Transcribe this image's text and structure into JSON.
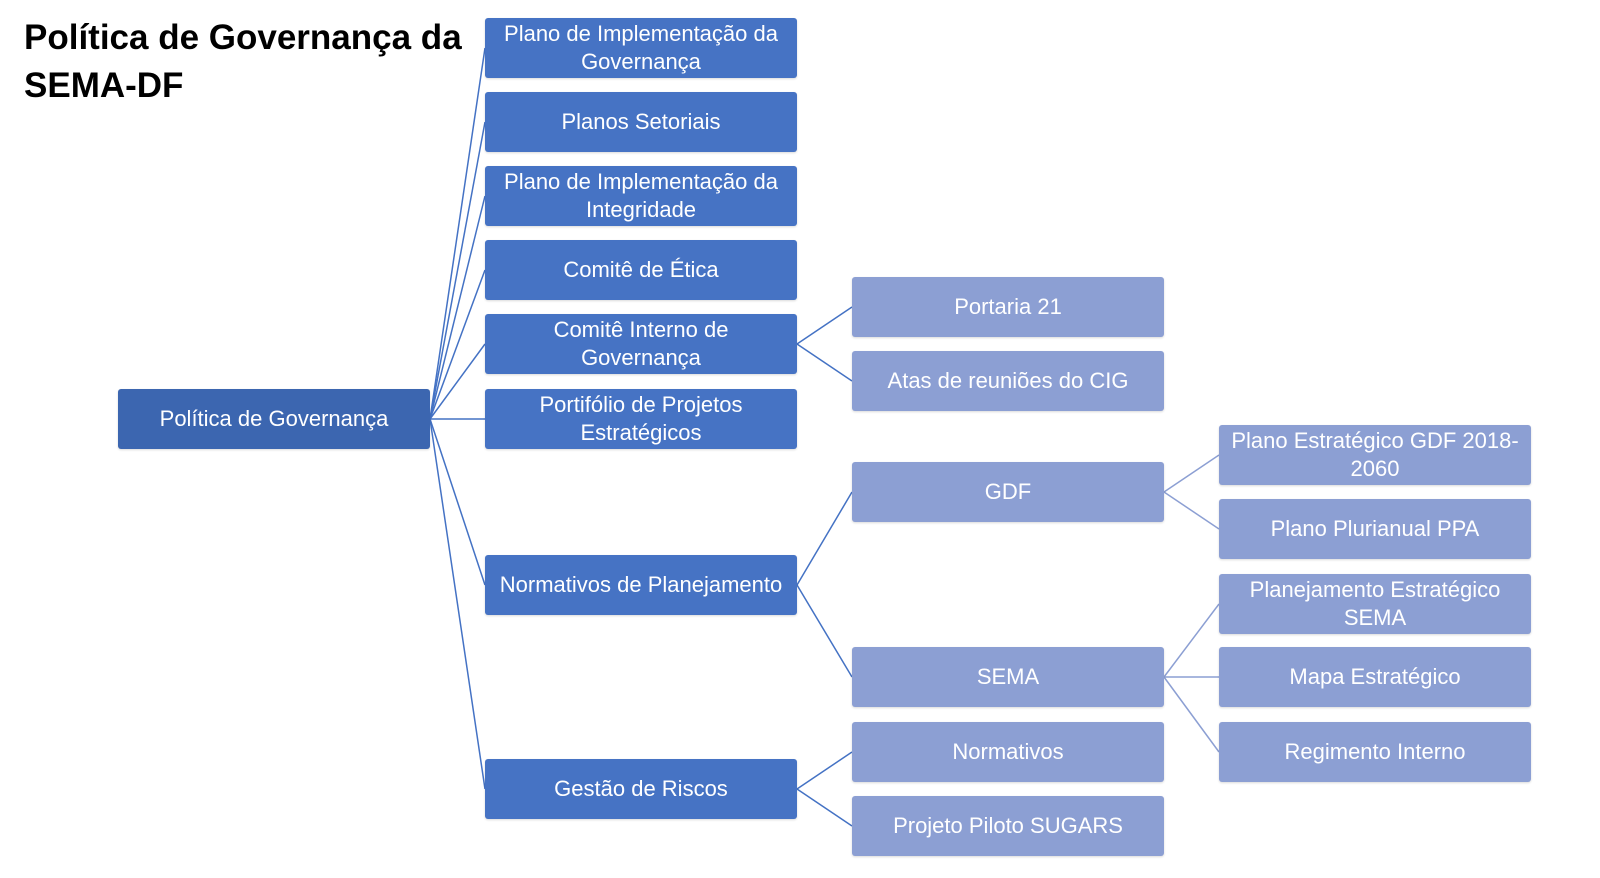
{
  "title": {
    "line1": "Política de Governança da",
    "line2": "SEMA-DF"
  },
  "colors": {
    "root": "#3c66b0",
    "level1": "#4673c4",
    "level2": "#8c9fd3",
    "level3": "#8c9fd3",
    "connector": "#4472c4",
    "connector_light": "#8c9fd3"
  },
  "nodes": {
    "root": {
      "label": "Política de Governança"
    },
    "plano_impl_governanca": {
      "label": "Plano de Implementação da Governança"
    },
    "planos_setoriais": {
      "label": "Planos Setoriais"
    },
    "plano_impl_integridade": {
      "label": "Plano de Implementação da Integridade"
    },
    "comite_etica": {
      "label": "Comitê de Ética"
    },
    "comite_interno": {
      "label": "Comitê Interno de Governança"
    },
    "portfolio": {
      "label": "Portifólio de Projetos Estratégicos"
    },
    "normativos_planejamento": {
      "label": "Normativos de Planejamento"
    },
    "gestao_riscos": {
      "label": "Gestão de Riscos"
    },
    "portaria_21": {
      "label": "Portaria 21"
    },
    "atas_cig": {
      "label": "Atas de reuniões do CIG"
    },
    "gdf": {
      "label": "GDF"
    },
    "sema": {
      "label": "SEMA"
    },
    "normativos": {
      "label": "Normativos"
    },
    "projeto_sugars": {
      "label": "Projeto Piloto SUGARS"
    },
    "plano_estrategico_gdf": {
      "label": "Plano Estratégico GDF 2018-2060"
    },
    "ppa": {
      "label": "Plano Plurianual PPA"
    },
    "planejamento_sema": {
      "label": "Planejamento Estratégico SEMA"
    },
    "mapa_estrategico": {
      "label": "Mapa Estratégico"
    },
    "regimento_interno": {
      "label": "Regimento Interno"
    }
  },
  "edges": [
    [
      "root",
      "plano_impl_governanca"
    ],
    [
      "root",
      "planos_setoriais"
    ],
    [
      "root",
      "plano_impl_integridade"
    ],
    [
      "root",
      "comite_etica"
    ],
    [
      "root",
      "comite_interno"
    ],
    [
      "root",
      "portfolio"
    ],
    [
      "root",
      "normativos_planejamento"
    ],
    [
      "root",
      "gestao_riscos"
    ],
    [
      "comite_interno",
      "portaria_21"
    ],
    [
      "comite_interno",
      "atas_cig"
    ],
    [
      "normativos_planejamento",
      "gdf"
    ],
    [
      "normativos_planejamento",
      "sema"
    ],
    [
      "gestao_riscos",
      "normativos"
    ],
    [
      "gestao_riscos",
      "projeto_sugars"
    ],
    [
      "gdf",
      "plano_estrategico_gdf"
    ],
    [
      "gdf",
      "ppa"
    ],
    [
      "sema",
      "planejamento_sema"
    ],
    [
      "sema",
      "mapa_estrategico"
    ],
    [
      "sema",
      "regimento_interno"
    ]
  ]
}
